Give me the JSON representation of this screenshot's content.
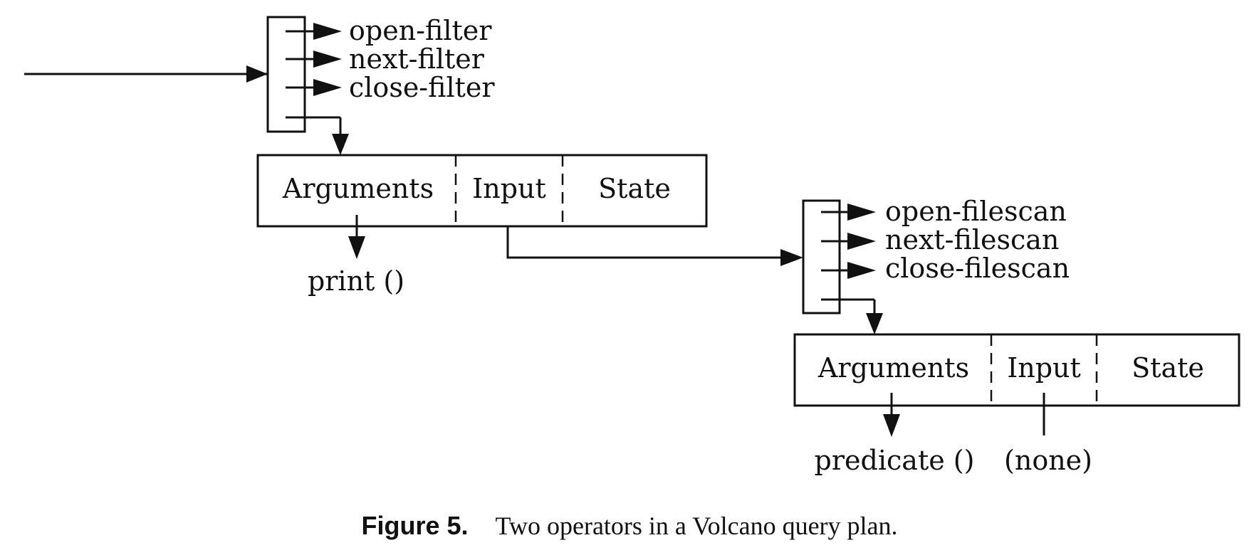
{
  "operator_filter": {
    "functions": [
      "open-filter",
      "next-filter",
      "close-filter"
    ],
    "record": [
      "Arguments",
      "Input",
      "State"
    ],
    "argument_target": "print ()"
  },
  "operator_filescan": {
    "functions": [
      "open-filescan",
      "next-filescan",
      "close-filescan"
    ],
    "record": [
      "Arguments",
      "Input",
      "State"
    ],
    "argument_target": "predicate ()",
    "input_target": "(none)"
  },
  "caption": {
    "label": "Figure 5.",
    "text": "Two operators in a Volcano query plan."
  }
}
